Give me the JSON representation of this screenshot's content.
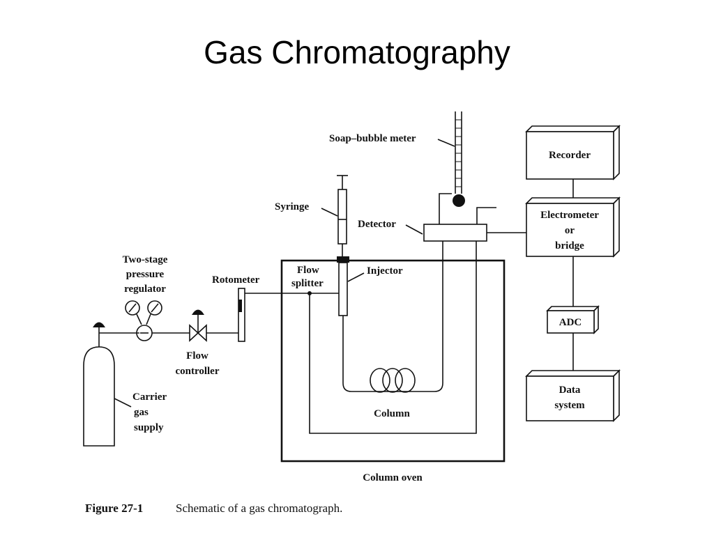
{
  "title": "Gas Chromatography",
  "labels": {
    "soap_bubble_meter": "Soap–bubble meter",
    "recorder": "Recorder",
    "electrometer_1": "Electrometer",
    "electrometer_2": "or",
    "electrometer_3": "bridge",
    "syringe": "Syringe",
    "detector": "Detector",
    "two_stage_1": "Two-stage",
    "two_stage_2": "pressure",
    "two_stage_3": "regulator",
    "rotometer": "Rotometer",
    "flow_splitter_1": "Flow",
    "flow_splitter_2": "splitter",
    "injector": "Injector",
    "adc": "ADC",
    "flow_controller_1": "Flow",
    "flow_controller_2": "controller",
    "data_system_1": "Data",
    "data_system_2": "system",
    "carrier_1": "Carrier",
    "carrier_2": "gas",
    "carrier_3": "supply",
    "column": "Column",
    "column_oven": "Column oven"
  },
  "caption": {
    "figure": "Figure 27-1",
    "text": "Schematic of a gas chromatograph."
  }
}
